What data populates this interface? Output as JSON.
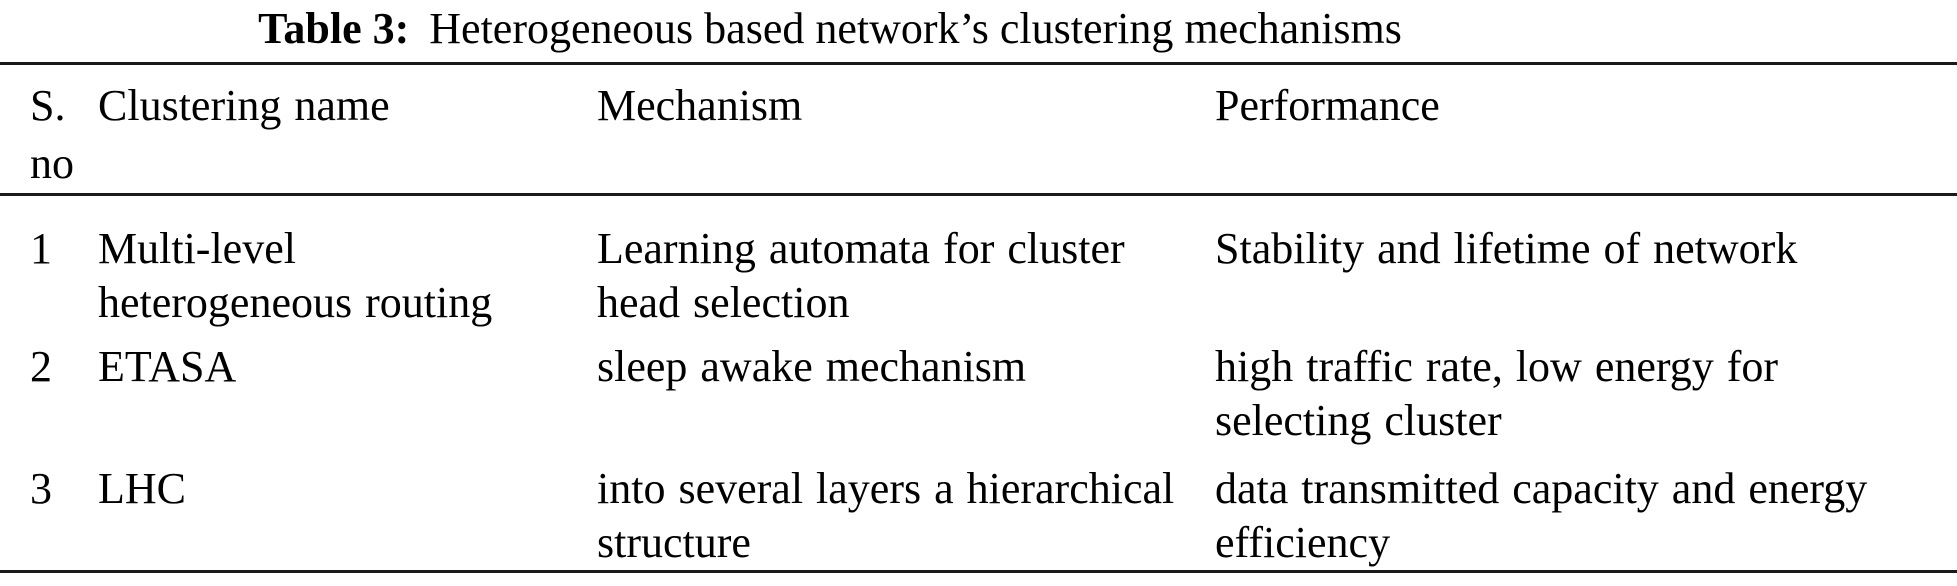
{
  "caption": {
    "label": "Table 3:",
    "text": "Heterogeneous based network’s clustering mechanisms"
  },
  "table": {
    "columns": [
      {
        "key": "sno",
        "label": "S.\nno"
      },
      {
        "key": "name",
        "label": "Clustering name"
      },
      {
        "key": "mechanism",
        "label": "Mechanism"
      },
      {
        "key": "performance",
        "label": "Performance"
      }
    ],
    "rows": [
      {
        "sno": "1",
        "name": "Multi-level\nheterogeneous routing",
        "mechanism": "Learning automata for cluster\nhead selection",
        "performance": "Stability and lifetime of network"
      },
      {
        "sno": "2",
        "name": "ETASA",
        "mechanism": "sleep awake mechanism",
        "performance": "high traffic rate, low energy for\nselecting cluster"
      },
      {
        "sno": "3",
        "name": "LHC",
        "mechanism": "into several layers a hierarchical\nstructure",
        "performance": "data transmitted capacity and energy\nefficiency"
      }
    ]
  }
}
